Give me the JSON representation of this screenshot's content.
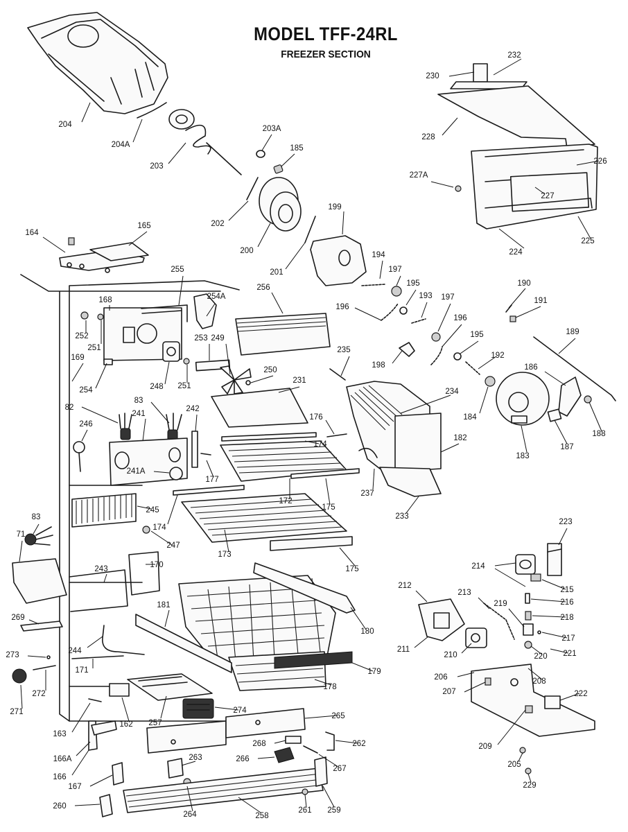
{
  "header": {
    "title": "MODEL TFF-24RL",
    "subtitle": "FREEZER SECTION"
  },
  "callouts": [
    {
      "id": "204",
      "label": "204"
    },
    {
      "id": "204A",
      "label": "204A"
    },
    {
      "id": "203",
      "label": "203"
    },
    {
      "id": "203A",
      "label": "203A"
    },
    {
      "id": "185",
      "label": "185"
    },
    {
      "id": "202",
      "label": "202"
    },
    {
      "id": "200",
      "label": "200"
    },
    {
      "id": "201",
      "label": "201"
    },
    {
      "id": "199",
      "label": "199"
    },
    {
      "id": "230",
      "label": "230"
    },
    {
      "id": "232",
      "label": "232"
    },
    {
      "id": "228",
      "label": "228"
    },
    {
      "id": "226",
      "label": "226"
    },
    {
      "id": "227A",
      "label": "227A"
    },
    {
      "id": "227",
      "label": "227"
    },
    {
      "id": "224",
      "label": "224"
    },
    {
      "id": "225",
      "label": "225"
    },
    {
      "id": "164",
      "label": "164"
    },
    {
      "id": "165",
      "label": "165"
    },
    {
      "id": "255",
      "label": "255"
    },
    {
      "id": "254A",
      "label": "254A"
    },
    {
      "id": "256",
      "label": "256"
    },
    {
      "id": "194",
      "label": "194"
    },
    {
      "id": "197a",
      "label": "197"
    },
    {
      "id": "195a",
      "label": "195"
    },
    {
      "id": "193",
      "label": "193"
    },
    {
      "id": "197b",
      "label": "197"
    },
    {
      "id": "196a",
      "label": "196"
    },
    {
      "id": "196b",
      "label": "196"
    },
    {
      "id": "195b",
      "label": "195"
    },
    {
      "id": "192",
      "label": "192"
    },
    {
      "id": "190",
      "label": "190"
    },
    {
      "id": "191",
      "label": "191"
    },
    {
      "id": "189",
      "label": "189"
    },
    {
      "id": "168",
      "label": "168"
    },
    {
      "id": "252",
      "label": "252"
    },
    {
      "id": "251a",
      "label": "251"
    },
    {
      "id": "253",
      "label": "253"
    },
    {
      "id": "249",
      "label": "249"
    },
    {
      "id": "169",
      "label": "169"
    },
    {
      "id": "254",
      "label": "254"
    },
    {
      "id": "248",
      "label": "248"
    },
    {
      "id": "251b",
      "label": "251"
    },
    {
      "id": "250",
      "label": "250"
    },
    {
      "id": "231",
      "label": "231"
    },
    {
      "id": "235",
      "label": "235"
    },
    {
      "id": "198",
      "label": "198"
    },
    {
      "id": "234",
      "label": "234"
    },
    {
      "id": "186",
      "label": "186"
    },
    {
      "id": "184",
      "label": "184"
    },
    {
      "id": "188",
      "label": "188"
    },
    {
      "id": "187",
      "label": "187"
    },
    {
      "id": "183",
      "label": "183"
    },
    {
      "id": "82",
      "label": "82"
    },
    {
      "id": "83a",
      "label": "83"
    },
    {
      "id": "242",
      "label": "242"
    },
    {
      "id": "241",
      "label": "241"
    },
    {
      "id": "246",
      "label": "246"
    },
    {
      "id": "176",
      "label": "176"
    },
    {
      "id": "174a",
      "label": "174"
    },
    {
      "id": "182",
      "label": "182"
    },
    {
      "id": "241A",
      "label": "241A"
    },
    {
      "id": "177",
      "label": "177"
    },
    {
      "id": "237",
      "label": "237"
    },
    {
      "id": "172",
      "label": "172"
    },
    {
      "id": "175a",
      "label": "175"
    },
    {
      "id": "233",
      "label": "233"
    },
    {
      "id": "245",
      "label": "245"
    },
    {
      "id": "174b",
      "label": "174"
    },
    {
      "id": "83b",
      "label": "83"
    },
    {
      "id": "247",
      "label": "247"
    },
    {
      "id": "71",
      "label": "71"
    },
    {
      "id": "173",
      "label": "173"
    },
    {
      "id": "175b",
      "label": "175"
    },
    {
      "id": "223",
      "label": "223"
    },
    {
      "id": "243",
      "label": "243"
    },
    {
      "id": "170",
      "label": "170"
    },
    {
      "id": "214",
      "label": "214"
    },
    {
      "id": "215",
      "label": "215"
    },
    {
      "id": "216",
      "label": "216"
    },
    {
      "id": "212",
      "label": "212"
    },
    {
      "id": "213",
      "label": "213"
    },
    {
      "id": "218",
      "label": "218"
    },
    {
      "id": "219",
      "label": "219"
    },
    {
      "id": "181",
      "label": "181"
    },
    {
      "id": "269",
      "label": "269"
    },
    {
      "id": "180",
      "label": "180"
    },
    {
      "id": "217",
      "label": "217"
    },
    {
      "id": "211",
      "label": "211"
    },
    {
      "id": "244",
      "label": "244"
    },
    {
      "id": "210",
      "label": "210"
    },
    {
      "id": "221",
      "label": "221"
    },
    {
      "id": "220",
      "label": "220"
    },
    {
      "id": "273",
      "label": "273"
    },
    {
      "id": "171",
      "label": "171"
    },
    {
      "id": "179",
      "label": "179"
    },
    {
      "id": "206",
      "label": "206"
    },
    {
      "id": "208",
      "label": "208"
    },
    {
      "id": "178",
      "label": "178"
    },
    {
      "id": "272",
      "label": "272"
    },
    {
      "id": "207",
      "label": "207"
    },
    {
      "id": "271",
      "label": "271"
    },
    {
      "id": "222",
      "label": "222"
    },
    {
      "id": "274",
      "label": "274"
    },
    {
      "id": "265",
      "label": "265"
    },
    {
      "id": "163",
      "label": "163"
    },
    {
      "id": "162",
      "label": "162"
    },
    {
      "id": "257",
      "label": "257"
    },
    {
      "id": "268",
      "label": "268"
    },
    {
      "id": "262",
      "label": "262"
    },
    {
      "id": "209",
      "label": "209"
    },
    {
      "id": "166A",
      "label": "166A"
    },
    {
      "id": "263",
      "label": "263"
    },
    {
      "id": "266",
      "label": "266"
    },
    {
      "id": "267",
      "label": "267"
    },
    {
      "id": "205",
      "label": "205"
    },
    {
      "id": "166",
      "label": "166"
    },
    {
      "id": "167",
      "label": "167"
    },
    {
      "id": "229",
      "label": "229"
    },
    {
      "id": "260",
      "label": "260"
    },
    {
      "id": "264",
      "label": "264"
    },
    {
      "id": "258",
      "label": "258"
    },
    {
      "id": "261",
      "label": "261"
    },
    {
      "id": "259",
      "label": "259"
    }
  ]
}
